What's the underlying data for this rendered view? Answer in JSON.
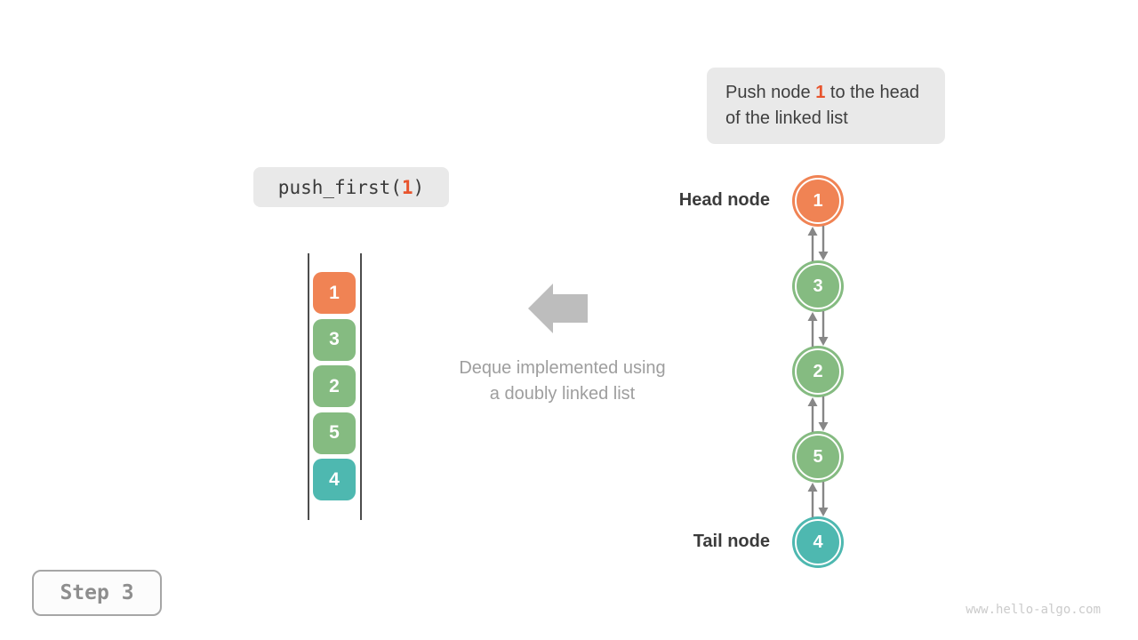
{
  "annotation": {
    "text_before": "Push node ",
    "highlight": "1",
    "text_after": " to the head of the linked list"
  },
  "code_call": {
    "prefix": "push_first(",
    "arg": "1",
    "suffix": ")"
  },
  "deque": {
    "items": [
      {
        "value": "1",
        "color": "#f08354"
      },
      {
        "value": "3",
        "color": "#85bb81"
      },
      {
        "value": "2",
        "color": "#85bb81"
      },
      {
        "value": "5",
        "color": "#85bb81"
      },
      {
        "value": "4",
        "color": "#4eb8b0"
      }
    ]
  },
  "caption": {
    "line1": "Deque implemented using",
    "line2": "a doubly linked list"
  },
  "linked_list": {
    "head_label": "Head node",
    "tail_label": "Tail node",
    "nodes": [
      {
        "value": "1",
        "color": "#f08354"
      },
      {
        "value": "3",
        "color": "#85bb81"
      },
      {
        "value": "2",
        "color": "#85bb81"
      },
      {
        "value": "5",
        "color": "#85bb81"
      },
      {
        "value": "4",
        "color": "#4eb8b0"
      }
    ]
  },
  "step": {
    "label": "Step 3"
  },
  "watermark": {
    "url": "www.hello-algo.com"
  },
  "colors": {
    "highlight": "#e8542d",
    "box_background": "#e9e9e9",
    "arrow_gray": "#878787",
    "block_arrow_gray": "#bdbdbd"
  }
}
